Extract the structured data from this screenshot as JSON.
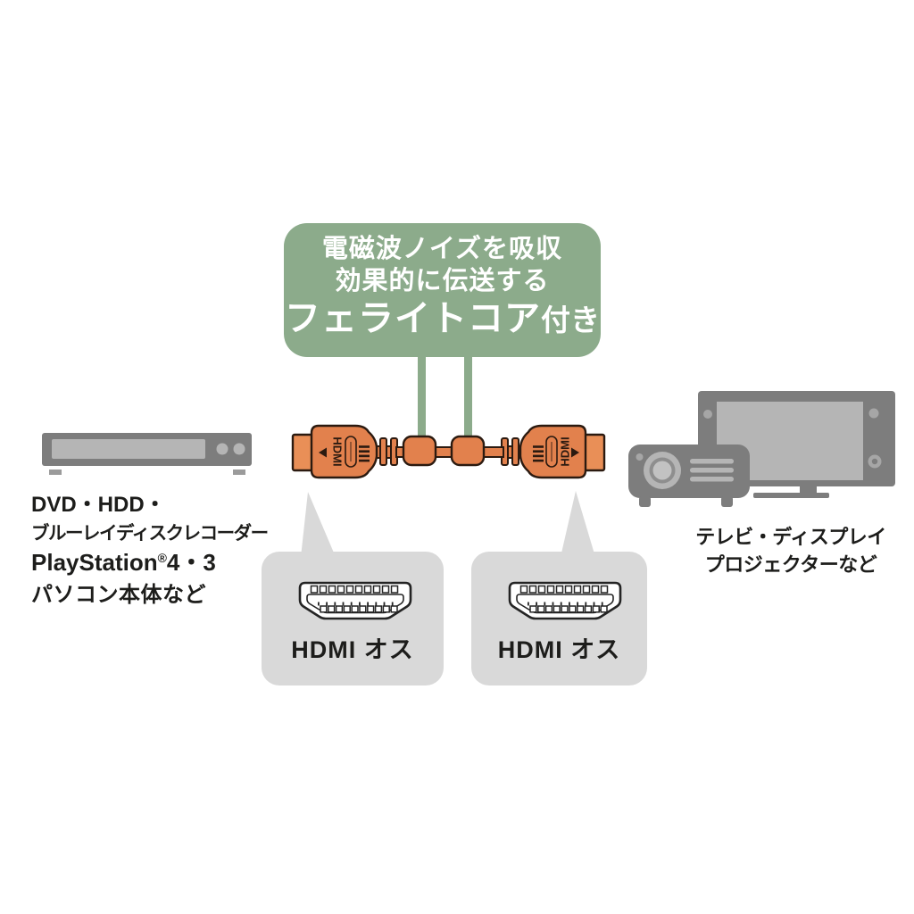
{
  "green_box": {
    "line1": "電磁波ノイズを吸収",
    "line2": "効果的に伝送する",
    "line3_big": "フェライトコア",
    "line3_small": "付き"
  },
  "cable": {
    "connector_label_left": "HDMI",
    "connector_label_right": "HDMI"
  },
  "left_caption": {
    "line1": "DVD・HDD・",
    "line2": "ブルーレイディスクレコーダー",
    "line3_name": "PlayStation",
    "line3_reg": "®",
    "line3_rest": "4・3",
    "line4": "パソコン本体など"
  },
  "right_caption": {
    "line1": "テレビ・ディスプレイ",
    "line2": "プロジェクターなど"
  },
  "bubbles": {
    "left_label": "HDMI オス",
    "right_label": "HDMI オス"
  },
  "colors": {
    "green": "#8cab8b",
    "orange": "#e2814d",
    "orange_tip": "#e98f57",
    "outline": "#2b1a10",
    "device_gray": "#7d7d7d",
    "device_mid": "#9b9b9b",
    "device_circ": "#a6a6a6",
    "device_light": "#b5b5b5",
    "bubble_gray": "#d9d9d9",
    "text_black": "#1d1d1b"
  }
}
